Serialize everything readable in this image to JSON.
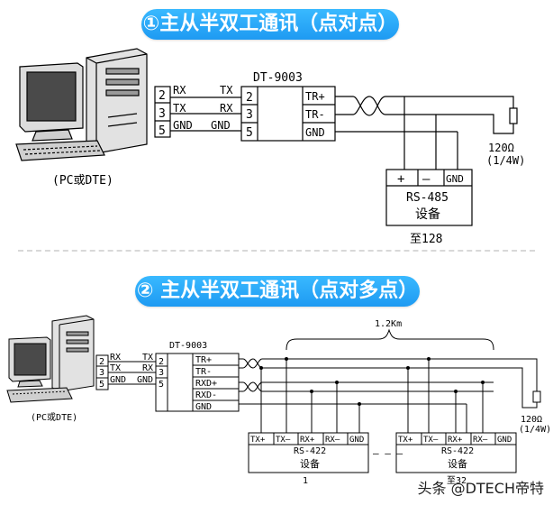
{
  "banners": {
    "top": "①主从半双工通讯（点对点）",
    "bottom": "② 主从半双工通讯（点对多点）"
  },
  "colors": {
    "banner": "#1e9af2",
    "line": "#000000"
  },
  "diagram1": {
    "pc_caption": "(PC或DTE)",
    "converter_name": "DT-9003",
    "pc_pins": [
      "2",
      "3",
      "5"
    ],
    "pc_signals": [
      "RX",
      "TX",
      "GND"
    ],
    "conv_left_signals": [
      "TX",
      "RX",
      "GND"
    ],
    "conv_left_pins": [
      "2",
      "3",
      "5"
    ],
    "conv_right_signals": [
      "TR+",
      "TR-",
      "GND"
    ],
    "resistor_value": "120Ω",
    "resistor_power": "(1/4W)",
    "device_terminals": [
      "+",
      "—",
      "GND"
    ],
    "device_type": "RS-485",
    "device_name": "设备",
    "device_count": "至128"
  },
  "diagram2": {
    "pc_caption": "(PC或DTE)",
    "converter_name": "DT-9003",
    "pc_pins": [
      "2",
      "3",
      "5"
    ],
    "pc_signals": [
      "RX",
      "TX",
      "GND"
    ],
    "conv_left_signals": [
      "TX",
      "RX",
      "GND"
    ],
    "conv_left_pins": [
      "2",
      "3",
      "5"
    ],
    "conv_right_signals": [
      "TR+",
      "TR-",
      "RXD+",
      "RXD-",
      "GND"
    ],
    "distance": "1.2Km",
    "resistor_value": "120Ω",
    "resistor_power": "(1/4W)",
    "device_terminals": [
      "TX+",
      "TX—",
      "RX+",
      "RX—",
      "GND"
    ],
    "device_type": "RS-422",
    "device_name": "设备",
    "device1_index": "1",
    "device2_index": "至32",
    "dash": "– – –"
  },
  "watermark": "头条 @DTECH帝特"
}
